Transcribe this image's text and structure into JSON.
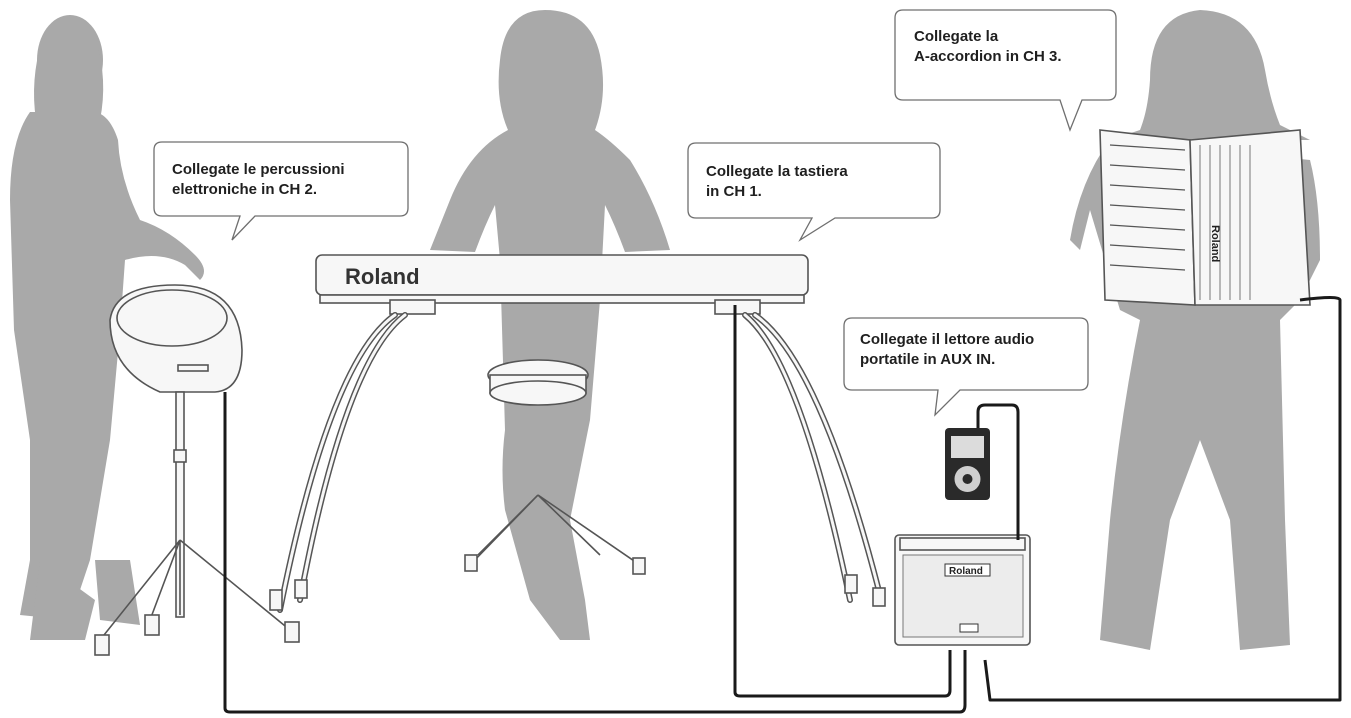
{
  "callouts": {
    "percussion": [
      "Collegate le percussioni",
      "elettroniche in CH 2."
    ],
    "keyboard": [
      "Collegate la tastiera",
      "in CH 1."
    ],
    "accordion": [
      "Collegate la",
      "A-accordion in CH 3."
    ],
    "audio_player": [
      "Collegate il lettore audio",
      "portatile in AUX IN."
    ]
  },
  "brand_labels": {
    "keyboard": "Roland",
    "accordion": "Roland",
    "amplifier": "Roland"
  },
  "colors": {
    "silhouette": "#a9a9a9",
    "cable": "#1a1a1a",
    "bubble_border": "#6f6f6f",
    "text": "#1f1f1f"
  }
}
